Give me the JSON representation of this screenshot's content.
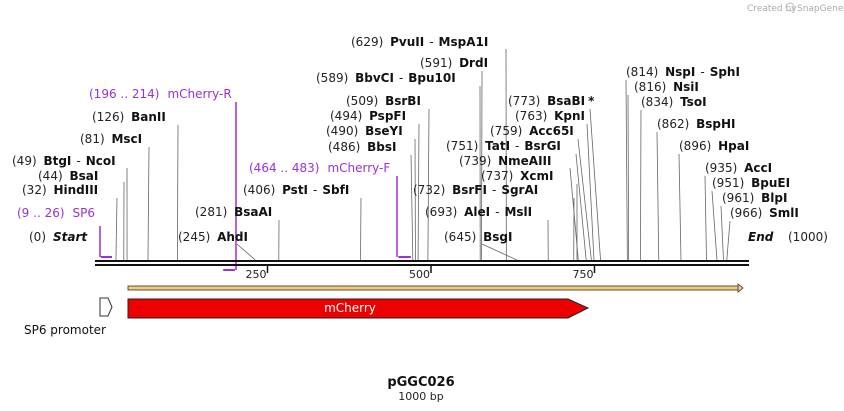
{
  "credit": {
    "text": "Created by",
    "brand": "SnapGene"
  },
  "sequence": {
    "name": "pGGC026",
    "length_label": "1000 bp",
    "length": 1000
  },
  "ends": {
    "start": {
      "pos": "(0)",
      "label": "Start"
    },
    "end": {
      "label": "End",
      "pos": "(1000)"
    }
  },
  "ticks": [
    {
      "value": 250,
      "label": "250"
    },
    {
      "value": 500,
      "label": "500"
    },
    {
      "value": 750,
      "label": "750"
    }
  ],
  "sites": [
    {
      "id": "hindiii",
      "pos": 32,
      "pos_label": "(32)",
      "name": "HindIII"
    },
    {
      "id": "bsai",
      "pos": 44,
      "pos_label": "(44)",
      "name": "BsaI"
    },
    {
      "id": "btgi",
      "pos": 49,
      "pos_label": "(49)",
      "name": "BtgI",
      "sep": "-",
      "name2": "NcoI"
    },
    {
      "id": "msci",
      "pos": 81,
      "pos_label": "(81)",
      "name": "MscI"
    },
    {
      "id": "banii",
      "pos": 126,
      "pos_label": "(126)",
      "name": "BanII"
    },
    {
      "id": "ahdi",
      "pos": 245,
      "pos_label": "(245)",
      "name": "AhdI"
    },
    {
      "id": "bsaai",
      "pos": 281,
      "pos_label": "(281)",
      "name": "BsaAI"
    },
    {
      "id": "psti",
      "pos": 406,
      "pos_label": "(406)",
      "name": "PstI",
      "sep": "-",
      "name2": "SbfI"
    },
    {
      "id": "bbsi",
      "pos": 486,
      "pos_label": "(486)",
      "name": "BbsI"
    },
    {
      "id": "bseyi",
      "pos": 490,
      "pos_label": "(490)",
      "name": "BseYI"
    },
    {
      "id": "pspfi",
      "pos": 494,
      "pos_label": "(494)",
      "name": "PspFI"
    },
    {
      "id": "bsrbi",
      "pos": 509,
      "pos_label": "(509)",
      "name": "BsrBI"
    },
    {
      "id": "bbvci",
      "pos": 589,
      "pos_label": "(589)",
      "name": "BbvCI",
      "sep": "-",
      "name2": "Bpu10I"
    },
    {
      "id": "drdi",
      "pos": 591,
      "pos_label": "(591)",
      "name": "DrdI"
    },
    {
      "id": "pvuii",
      "pos": 629,
      "pos_label": "(629)",
      "name": "PvuII",
      "sep": "-",
      "name2": "MspA1I"
    },
    {
      "id": "bsgi",
      "pos": 645,
      "pos_label": "(645)",
      "name": "BsgI"
    },
    {
      "id": "alei",
      "pos": 693,
      "pos_label": "(693)",
      "name": "AleI",
      "sep": "-",
      "name2": "MslI"
    },
    {
      "id": "bsrfi",
      "pos": 732,
      "pos_label": "(732)",
      "name": "BsrFI",
      "sep": "-",
      "name2": "SgrAI"
    },
    {
      "id": "xcmi",
      "pos": 737,
      "pos_label": "(737)",
      "name": "XcmI"
    },
    {
      "id": "nmeaiii",
      "pos": 739,
      "pos_label": "(739)",
      "name": "NmeAIII"
    },
    {
      "id": "tati",
      "pos": 751,
      "pos_label": "(751)",
      "name": "TatI",
      "sep": "-",
      "name2": "BsrGI"
    },
    {
      "id": "acc65i",
      "pos": 759,
      "pos_label": "(759)",
      "name": "Acc65I"
    },
    {
      "id": "kpni",
      "pos": 763,
      "pos_label": "(763)",
      "name": "KpnI"
    },
    {
      "id": "bsabi",
      "pos": 773,
      "pos_label": "(773)",
      "name": "BsaBI",
      "star": "*"
    },
    {
      "id": "nspi",
      "pos": 814,
      "pos_label": "(814)",
      "name": "NspI",
      "sep": "-",
      "name2": "SphI"
    },
    {
      "id": "nsii",
      "pos": 816,
      "pos_label": "(816)",
      "name": "NsiI"
    },
    {
      "id": "tsoi",
      "pos": 834,
      "pos_label": "(834)",
      "name": "TsoI"
    },
    {
      "id": "bsphi",
      "pos": 862,
      "pos_label": "(862)",
      "name": "BspHI"
    },
    {
      "id": "hpai",
      "pos": 896,
      "pos_label": "(896)",
      "name": "HpaI"
    },
    {
      "id": "acci",
      "pos": 935,
      "pos_label": "(935)",
      "name": "AccI"
    },
    {
      "id": "bpuei",
      "pos": 951,
      "pos_label": "(951)",
      "name": "BpuEI"
    },
    {
      "id": "blpi",
      "pos": 961,
      "pos_label": "(961)",
      "name": "BlpI"
    },
    {
      "id": "smli",
      "pos": 966,
      "pos_label": "(966)",
      "name": "SmlI"
    }
  ],
  "primers": [
    {
      "id": "sp6",
      "range": "(9 .. 26)",
      "name": "SP6",
      "start": 9,
      "end": 26
    },
    {
      "id": "mcherry-r",
      "range": "(196 .. 214)",
      "name": "mCherry-R",
      "start": 196,
      "end": 214
    },
    {
      "id": "mcherry-f",
      "range": "(464 .. 483)",
      "name": "mCherry-F",
      "start": 464,
      "end": 483
    }
  ],
  "features": [
    {
      "id": "sp6-promoter",
      "label": "SP6 promoter",
      "start": 0,
      "end": 19,
      "color": "#ffffff"
    },
    {
      "id": "mcherry",
      "label": "mCherry",
      "start": 40,
      "end": 751,
      "color": "#ee0000"
    }
  ],
  "orf": {
    "start": 40,
    "end": 1000,
    "color": "#f7c97a"
  },
  "colors": {
    "primer": "#9b30d9",
    "backbone": "#111111",
    "line": "#555555"
  }
}
